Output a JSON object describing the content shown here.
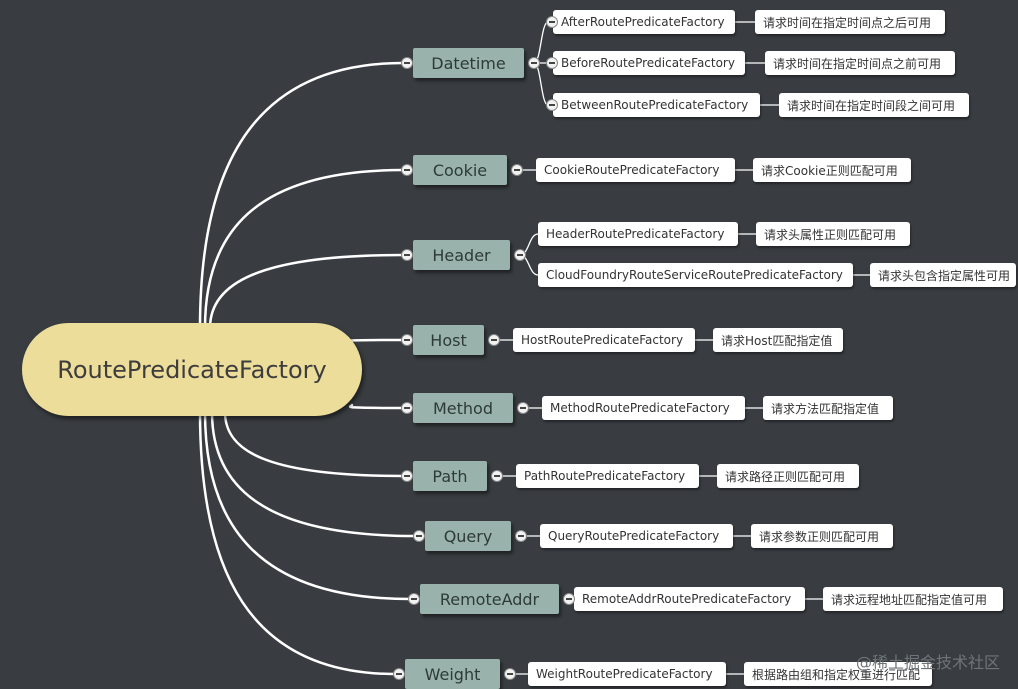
{
  "root": {
    "label": "RoutePredicateFactory"
  },
  "categories": [
    {
      "label": "Datetime",
      "factories": [
        {
          "name": "AfterRoutePredicateFactory",
          "desc": "请求时间在指定时间点之后可用"
        },
        {
          "name": "BeforeRoutePredicateFactory",
          "desc": "请求时间在指定时间点之前可用"
        },
        {
          "name": "BetweenRoutePredicateFactory",
          "desc": "请求时间在指定时间段之间可用"
        }
      ]
    },
    {
      "label": "Cookie",
      "factories": [
        {
          "name": "CookieRoutePredicateFactory",
          "desc": "请求Cookie正则匹配可用"
        }
      ]
    },
    {
      "label": "Header",
      "factories": [
        {
          "name": "HeaderRoutePredicateFactory",
          "desc": "请求头属性正则匹配可用"
        },
        {
          "name": "CloudFoundryRouteServiceRoutePredicateFactory",
          "desc": "请求头包含指定属性可用"
        }
      ]
    },
    {
      "label": "Host",
      "factories": [
        {
          "name": "HostRoutePredicateFactory",
          "desc": "请求Host匹配指定值"
        }
      ]
    },
    {
      "label": "Method",
      "factories": [
        {
          "name": "MethodRoutePredicateFactory",
          "desc": "请求方法匹配指定值"
        }
      ]
    },
    {
      "label": "Path",
      "factories": [
        {
          "name": "PathRoutePredicateFactory",
          "desc": "请求路径正则匹配可用"
        }
      ]
    },
    {
      "label": "Query",
      "factories": [
        {
          "name": "QueryRoutePredicateFactory",
          "desc": "请求参数正则匹配可用"
        }
      ]
    },
    {
      "label": "RemoteAddr",
      "factories": [
        {
          "name": "RemoteAddrRoutePredicateFactory",
          "desc": "请求远程地址匹配指定值可用"
        }
      ]
    },
    {
      "label": "Weight",
      "factories": [
        {
          "name": "WeightRoutePredicateFactory",
          "desc": "根据路由组和指定权重进行匹配"
        }
      ]
    }
  ],
  "watermark": "@稀土掘金技术社区",
  "colors": {
    "background": "#393d41",
    "root": "#ecdd9b",
    "category": "#99b3ac",
    "leaf": "#ffffff",
    "line": "#ffffff"
  }
}
